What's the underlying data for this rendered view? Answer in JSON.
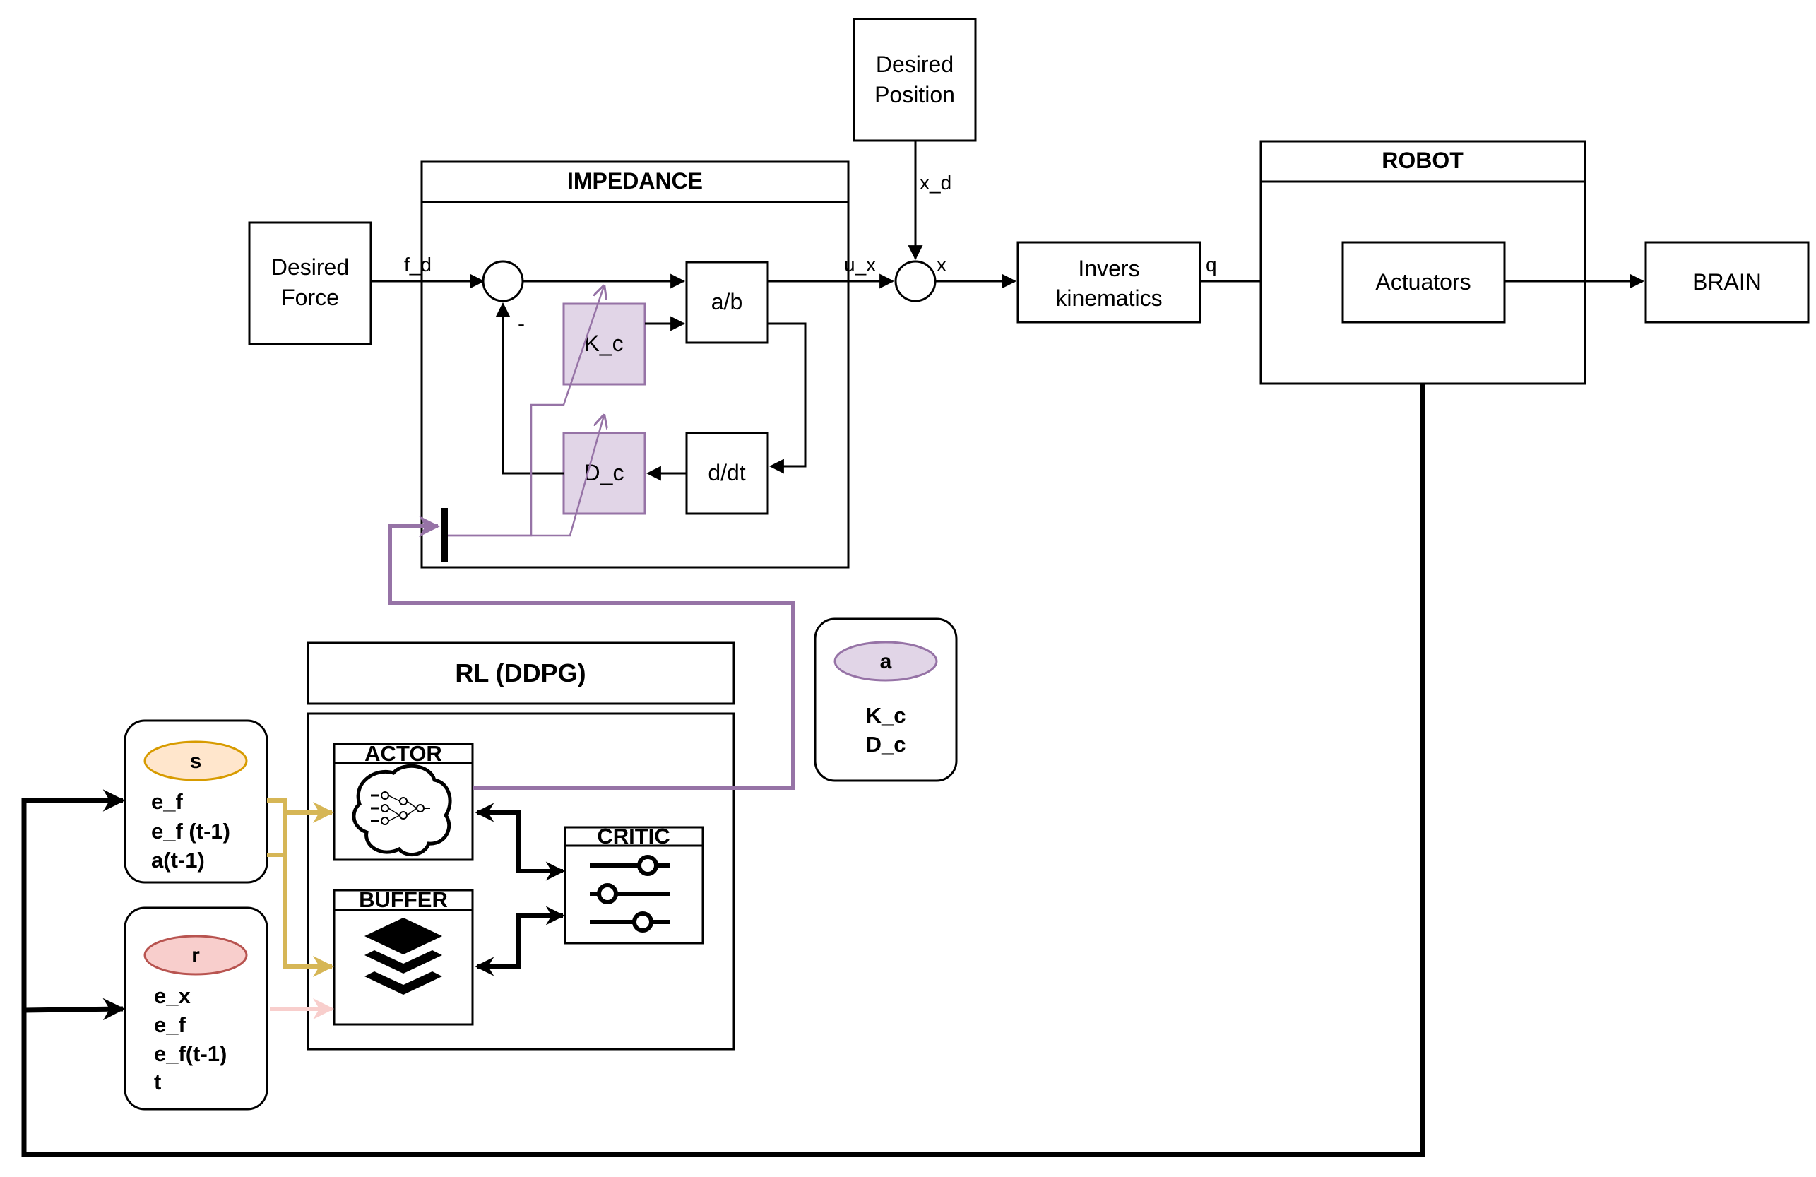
{
  "desired_force": [
    "Desired",
    "Force"
  ],
  "desired_position": [
    "Desired",
    "Position"
  ],
  "impedance": {
    "title": "IMPEDANCE",
    "ab": "a/b",
    "kc": "K_c",
    "dc": "D_c",
    "ddt": "d/dt",
    "minus": "-"
  },
  "signals": {
    "fd": "f_d",
    "ux": "u_x",
    "xd": "x_d",
    "x": "x",
    "q": "q"
  },
  "invers_kinematics": [
    "Invers",
    "kinematics"
  ],
  "robot": {
    "title": "ROBOT",
    "actuators": "Actuators"
  },
  "brain": "BRAIN",
  "rl": {
    "title": "RL (DDPG)",
    "actor": "ACTOR",
    "critic": "CRITIC",
    "buffer": "BUFFER"
  },
  "action_box": {
    "tag": "a",
    "lines": [
      "K_c",
      "D_c"
    ]
  },
  "state_box": {
    "tag": "s",
    "lines": [
      "e_f",
      "e_f (t-1)",
      "a(t-1)"
    ]
  },
  "reward_box": {
    "tag": "r",
    "lines": [
      "e_x",
      "e_f",
      "e_f(t-1)",
      "t"
    ]
  },
  "colors": {
    "purple": "#9673a6",
    "purple_fill": "#e1d5e7",
    "gold": "#d6b656",
    "state_fill": "#ffe6cc",
    "state_stroke": "#d79b00",
    "reward_fill": "#f8cecc",
    "reward_stroke": "#b85450",
    "pink_arrow": "#f8cecc"
  }
}
